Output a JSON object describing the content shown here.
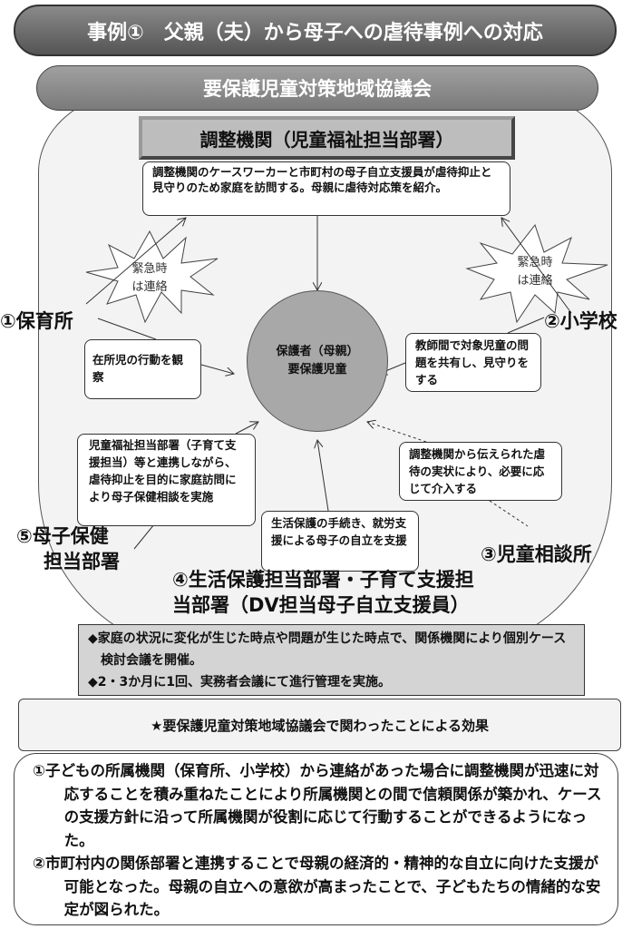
{
  "title": "事例①　父親（夫）から母子への虐待事例への対応",
  "council": "要保護児童対策地域協議会",
  "coordinator": "調整機関（児童福祉担当部署）",
  "coordinator_note": "調整機関のケースワーカーと市町村の母子自立支援員が虐待抑止と見守りのため家庭を訪問する。母親に虐待対応策を紹介。",
  "emergency_left": [
    "緊急時",
    "は連絡"
  ],
  "emergency_right": [
    "緊急時",
    "は連絡"
  ],
  "center": [
    "保護者（母親）",
    "要保護児童"
  ],
  "agencies": {
    "nursery": "①保育所",
    "school": "②小学校",
    "consult": "③児童相談所",
    "welfare": [
      "④生活保護担当部署・子育て支援担",
      "当部署（DV担当母子自立支援員）"
    ],
    "maternal": [
      "⑤母子保健",
      "担当部署"
    ]
  },
  "notes": {
    "nursery": "在所児の行動を観察",
    "school": "教師間で対象児童の問題を共有し、見守りをする",
    "consult": "調整機関から伝えられた虐待の実状により、必要に応じて介入する",
    "welfare": "生活保護の手続き、就労支援による母子の自立を支援",
    "maternal": "児童福祉担当部署（子育て支援担当）等と連携しながら、虐待抑止を目的に家庭訪問により母子保健相談を実施"
  },
  "info": [
    "◆家庭の状況に変化が生じた時点や問題が生じた時点で、関係機関により個別ケース検討会議を開催。",
    "◆2・3か月に1回、実務者会議にて進行管理を実施。"
  ],
  "effects_title": "★要保護児童対策地域協議会で関わったことによる効果",
  "effects": [
    "①子どもの所属機関（保育所、小学校）から連絡があった場合に調整機関が迅速に対応することを積み重ねたことにより所属機関との間で信頼関係が築かれ、ケースの支援方針に沿って所属機関が役割に応じて行動することができるようになった。",
    "②市町村内の関係部署と連携することで母親の経済的・精神的な自立に向けた支援が可能となった。母親の自立への意欲が高まったことで、子どもたちの情緒的な安定が図られた。"
  ]
}
